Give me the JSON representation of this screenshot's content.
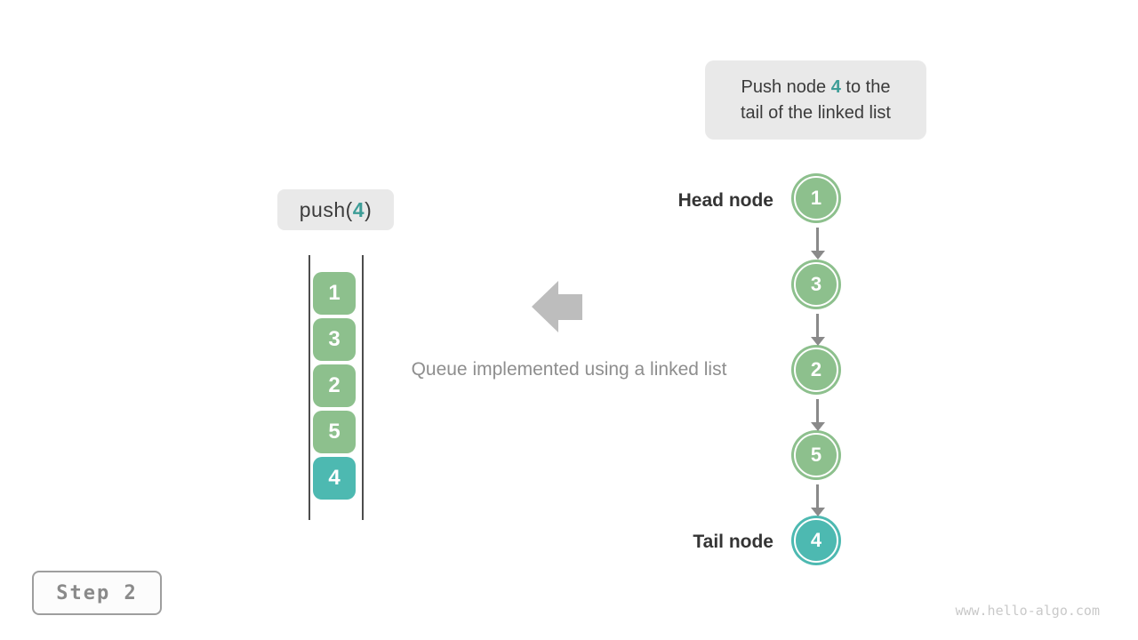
{
  "annotation": {
    "line1_prefix": "Push node ",
    "value": "4",
    "line1_suffix": " to the",
    "line2": "tail of the linked list"
  },
  "push_call": {
    "prefix": "push(",
    "value": "4",
    "suffix": ")"
  },
  "stack": {
    "items": [
      "1",
      "3",
      "2",
      "5",
      "4"
    ]
  },
  "caption": "Queue implemented using a linked list",
  "linked_list": {
    "head_label": "Head node",
    "tail_label": "Tail node",
    "nodes": [
      "1",
      "3",
      "2",
      "5",
      "4"
    ]
  },
  "step": {
    "label": "Step 2"
  },
  "watermark": "www.hello-algo.com",
  "colors": {
    "node_green": "#8DC08D",
    "node_teal": "#4DB9B1",
    "accent_text": "#3D9D97",
    "box_background": "#E9E9E9",
    "link_arrow_gray": "#8A8A8A",
    "block_arrow_gray": "#BDBDBD",
    "stack_line": "#4D4D4D"
  }
}
